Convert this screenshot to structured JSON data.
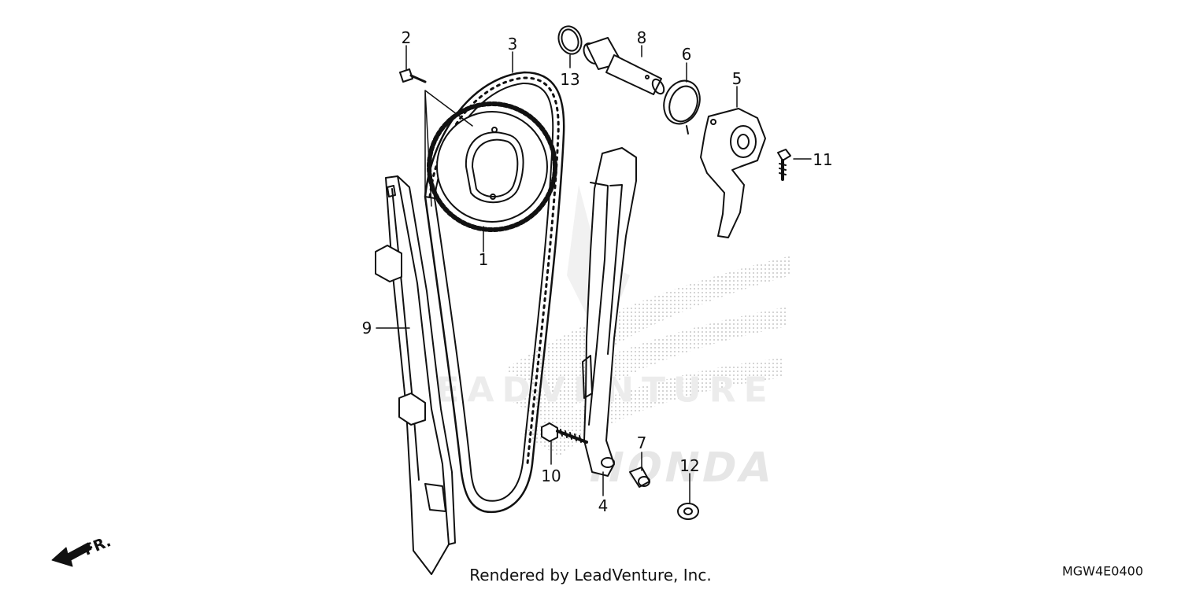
{
  "diagram": {
    "callouts": [
      {
        "id": "1",
        "label": "1"
      },
      {
        "id": "2",
        "label": "2"
      },
      {
        "id": "3",
        "label": "3"
      },
      {
        "id": "4",
        "label": "4"
      },
      {
        "id": "5",
        "label": "5"
      },
      {
        "id": "6",
        "label": "6"
      },
      {
        "id": "7",
        "label": "7"
      },
      {
        "id": "8",
        "label": "8"
      },
      {
        "id": "9",
        "label": "9"
      },
      {
        "id": "10",
        "label": "10"
      },
      {
        "id": "11",
        "label": "11"
      },
      {
        "id": "12",
        "label": "12"
      },
      {
        "id": "13",
        "label": "13"
      }
    ],
    "front_arrow_label": "FR.",
    "credit": "Rendered by LeadVenture, Inc.",
    "diagram_code": "MGW4E0400",
    "watermark_text": "LEADVENTURE",
    "brand_logo_text": "HONDA"
  },
  "colors": {
    "line": "#111111",
    "watermark": "#e6e6e6"
  }
}
